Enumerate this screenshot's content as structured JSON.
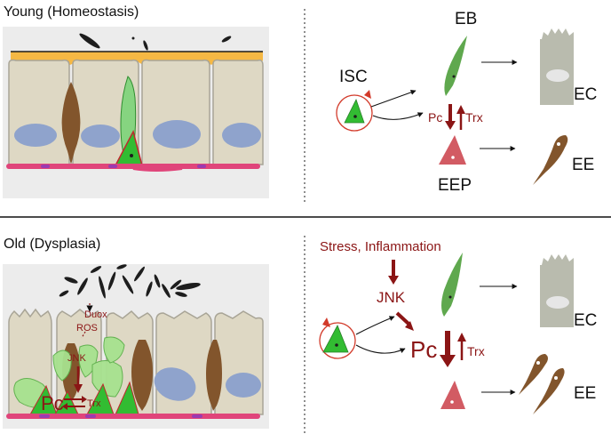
{
  "panels": {
    "top": {
      "title": "Young (Homeostasis)",
      "isc_label": "ISC",
      "eb_label": "EB",
      "ec_label": "EC",
      "eep_label": "EEP",
      "ee_label": "EE",
      "pc_label": "Pc",
      "trx_label": "Trx"
    },
    "bottom": {
      "title": "Old (Dysplasia)",
      "stress_label": "Stress, Inflammation",
      "jnk_label": "JNK",
      "pc_label": "Pc",
      "trx_label": "Trx",
      "ec_label": "EC",
      "ee_label": "EE",
      "tissue_duox": "Duox",
      "tissue_ros": "ROS",
      "tissue_jnk": "JNK",
      "tissue_pc": "Pc",
      "tissue_trx": "Trx"
    }
  },
  "colors": {
    "epithelium": "#ded8c4",
    "cell_border": "#a8a496",
    "apical": "#f5b844",
    "nucleus": "#8fa3cc",
    "basement": "#e0457a",
    "isc_green": "#32bc32",
    "eb_green": "#86d480",
    "ee_brown": "#82552c",
    "eep_red": "#d25b63",
    "dark_red": "#8b1515",
    "ec_gray": "#b9bbae",
    "microbe": "#1d1d1d"
  }
}
